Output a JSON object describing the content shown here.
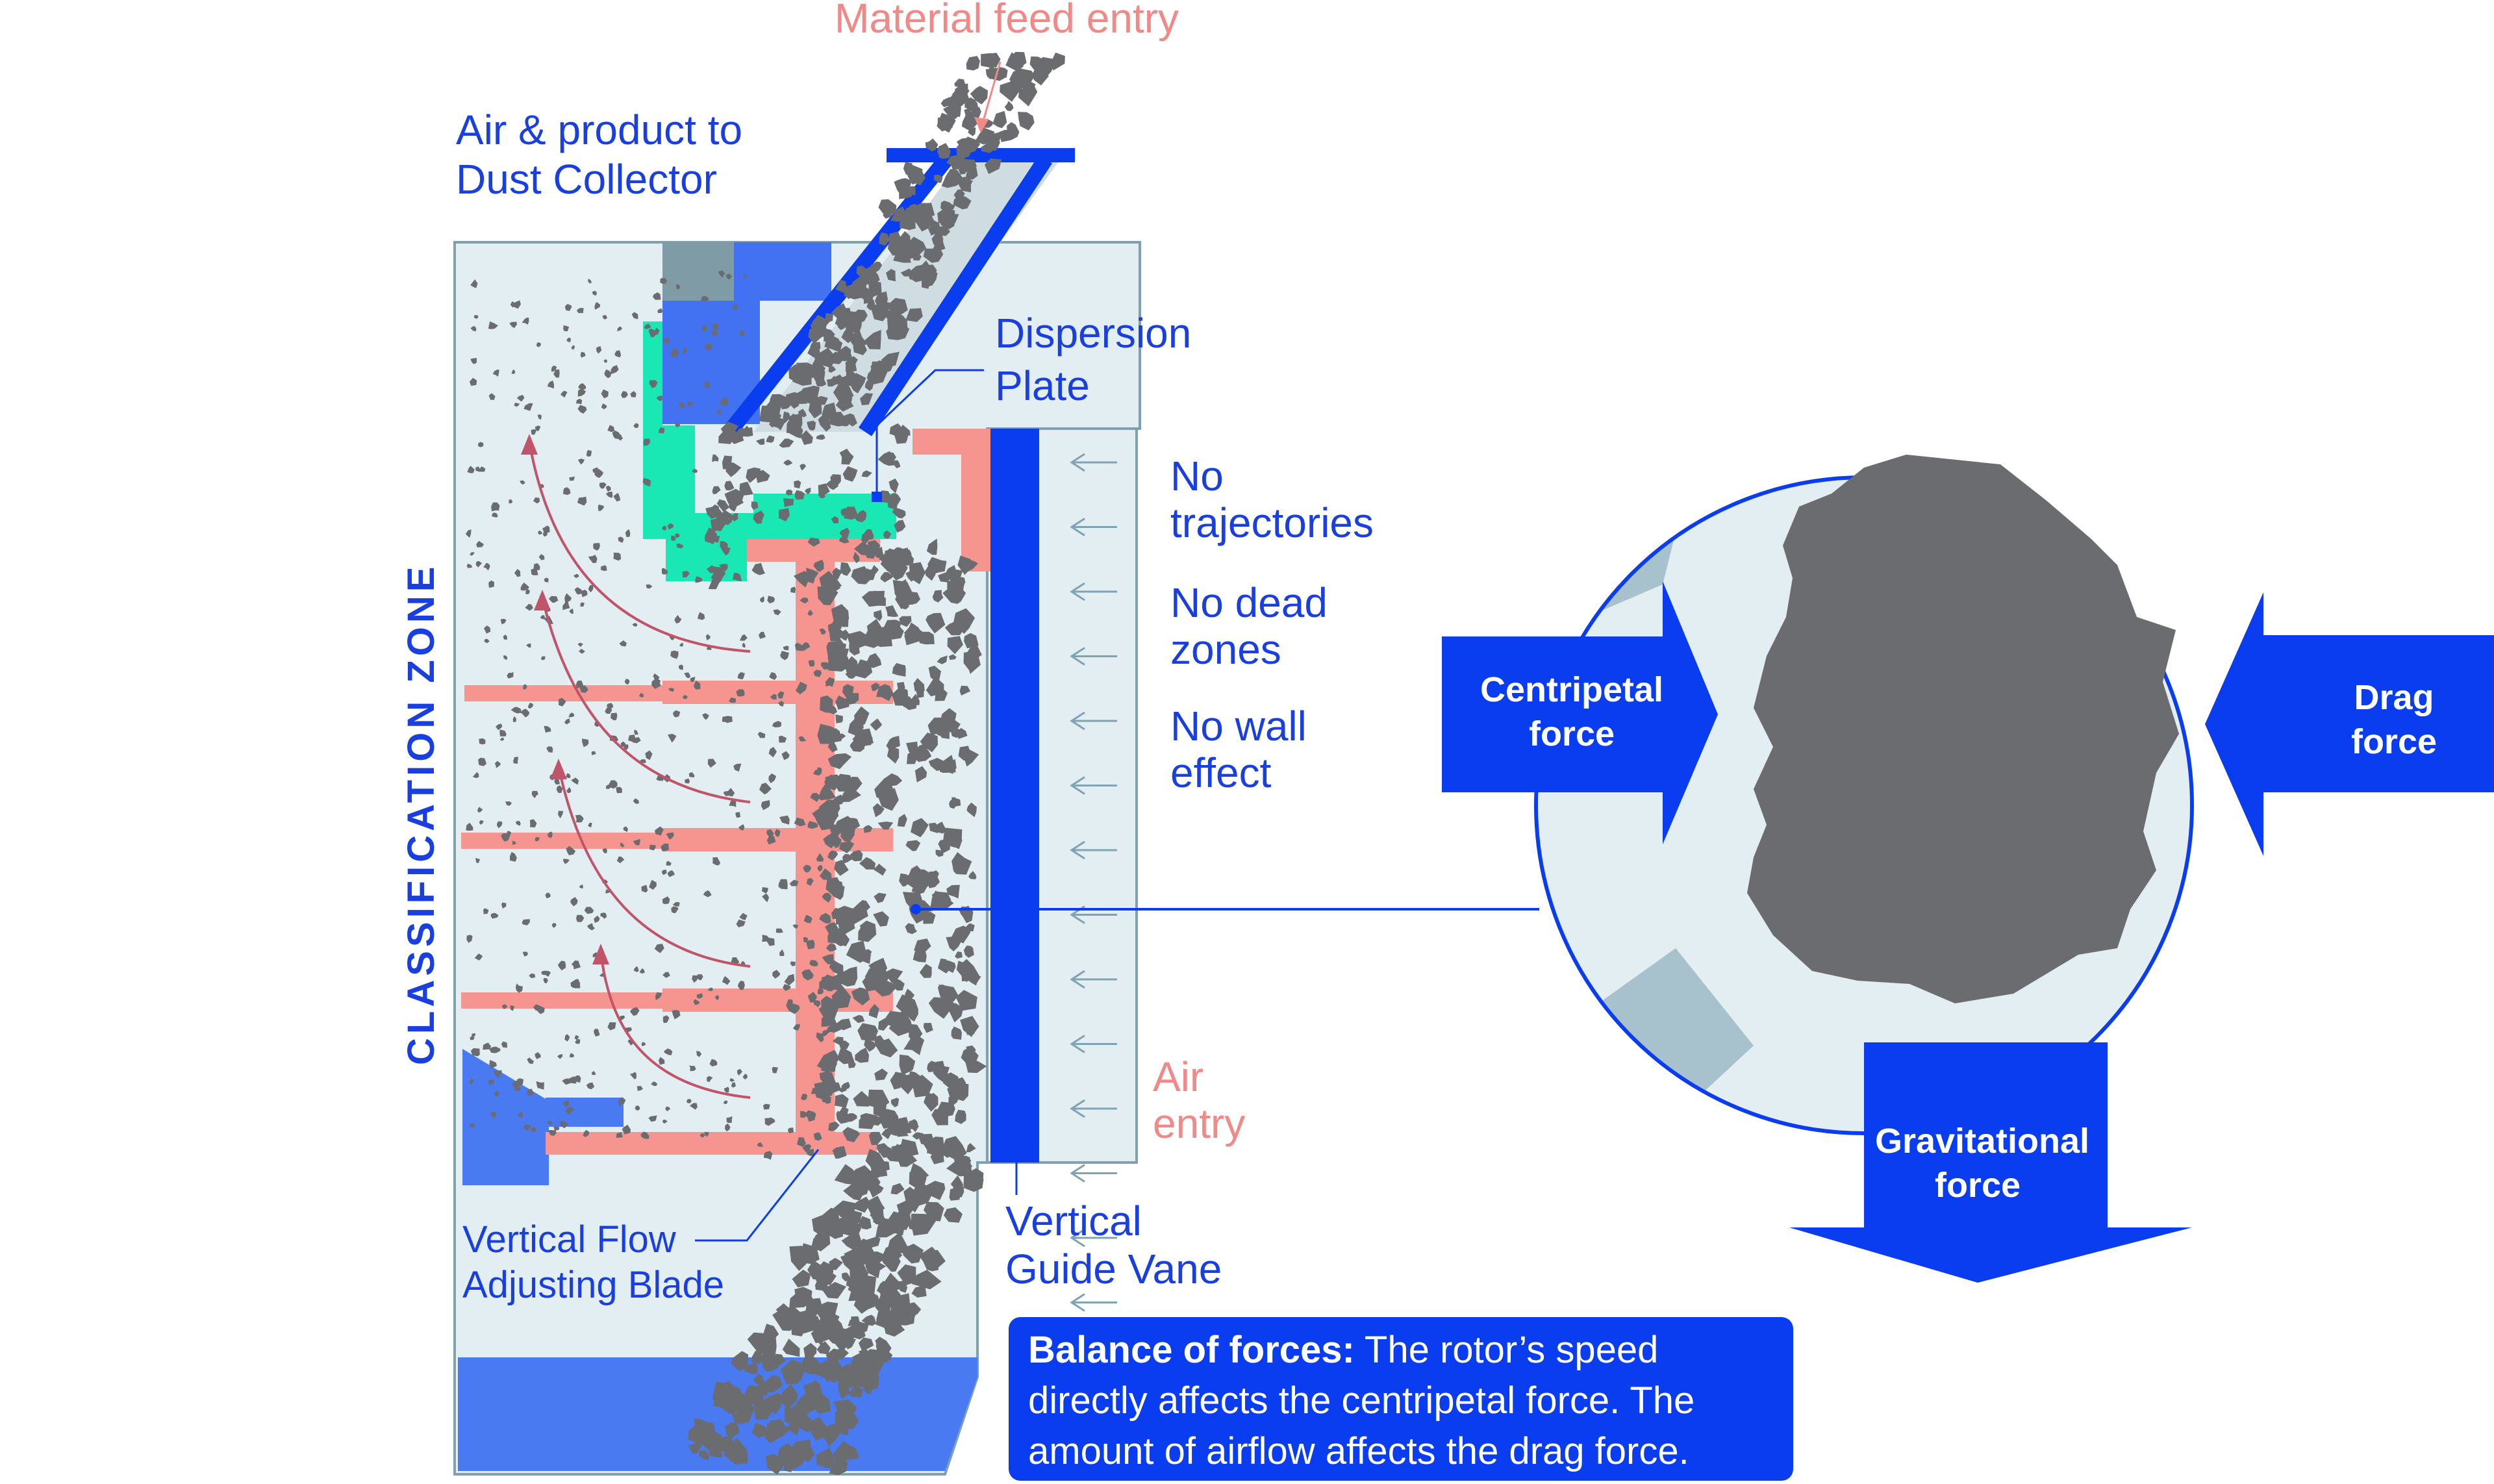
{
  "labels": {
    "material_feed": "Material feed entry",
    "air_product_1": "Air & product to",
    "air_product_2": "Dust Collector",
    "dispersion_1": "Dispersion",
    "dispersion_2": "Plate",
    "classification_zone": "CLASSIFICATION ZONE",
    "no_traj_1": "No",
    "no_traj_2": "trajectories",
    "no_dead_1": "No dead",
    "no_dead_2": "zones",
    "no_wall_1": "No wall",
    "no_wall_2": "effect",
    "air_entry_1": "Air",
    "air_entry_2": "entry",
    "vgv_1": "Vertical",
    "vgv_2": "Guide Vane",
    "vfab_1": "Vertical Flow",
    "vfab_2": "Adjusting Blade",
    "centripetal_1": "Centripetal",
    "centripetal_2": "force",
    "drag_1": "Drag",
    "drag_2": "force",
    "grav_1": "Gravitational",
    "grav_2": "force"
  },
  "caption": {
    "bold": "Balance of forces:",
    "line1_rest": " The rotor’s speed",
    "line2": "directly affects the centripetal force. The",
    "line3": "amount of airflow affects the drag force."
  },
  "colors": {
    "accent_blue": "#0a3cf0",
    "chamber_fill": "#e2eef1",
    "blade_pink": "#f6948f",
    "plate_green": "#19e8b4",
    "particle_gray": "#6b6c70",
    "slate": "#a8c2cd"
  }
}
